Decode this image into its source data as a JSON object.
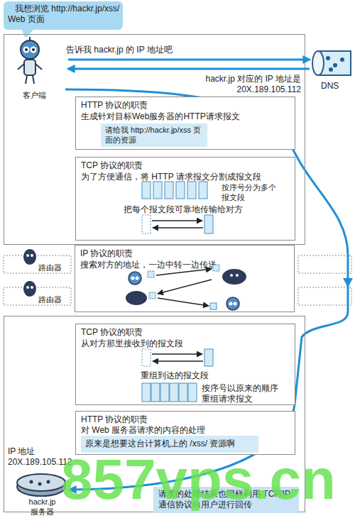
{
  "diagram": {
    "nodes": [
      {
        "text": [
          "我想浏览 http://hackr.jp/xss/ Web 页面"
        ]
      },
      {
        "text": [
          "告诉我 hackr.jp 的 IP 地址吧",
          "hackr.jp 对应的 IP 地址是 20X.189.105.112",
          "客户端"
        ]
      },
      {
        "text": [
          "HTTP 协议的职责",
          "生成针对目标Web服务器的HTTP请求报文"
        ],
        "in": 1
      },
      {
        "text": [
          "请给我 http://hackr.jp/xss 页面的资源"
        ],
        "in": 2
      },
      {
        "text": [
          "TCP 协议的职责",
          "为了方便通信，将 HTTP 请求报文分割成报文段",
          "按序号分为多个报文段",
          "把每个报文段可靠地传输给对方"
        ],
        "in": 1
      },
      {
        "text": [
          "IP 协议的职责",
          "搜索对方的地址，一边中转一边传送"
        ]
      },
      {
        "text": [
          "IP 地址 20X.189.105.112",
          "hackr.jp 服务器"
        ]
      },
      {
        "text": [
          "TCP 协议的职责",
          "从对方那里接收到的报文段",
          "重组到达的报文段",
          "按序号以原来的顺序 重组请求报文"
        ],
        "in": 6
      },
      {
        "text": [
          "HTTP 协议的职责",
          "对 Web 服务器请求的内容的处理"
        ],
        "in": 6
      },
      {
        "text": [
          "原来是想要这台计算机上的 /xss/ 资源啊"
        ],
        "in": 8
      },
      {
        "text": [
          "请求的处理结果也同样利用 TCP/IP 通信协议向用户进行回传"
        ],
        "in": 6
      }
    ],
    "labels": [
      "DNS",
      "路由器",
      "路由器",
      "857vps.cn"
    ]
  }
}
